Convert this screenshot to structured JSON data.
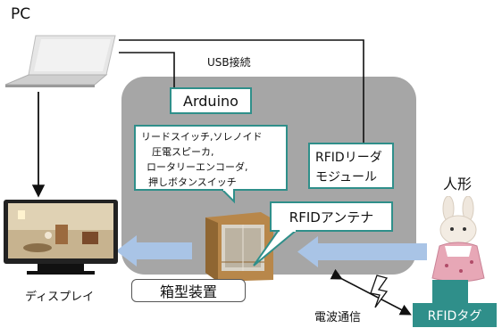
{
  "pc": {
    "label": "PC"
  },
  "usb": {
    "label": "USB接続"
  },
  "arduino": {
    "label": "Arduino"
  },
  "components": {
    "line1": "リードスイッチ,ソレノイド",
    "line2": "圧電スピーカ,",
    "line3": "ロータリーエンコーダ,",
    "line4": "押しボタンスイッチ"
  },
  "reader": {
    "line1": "RFIDリーダ",
    "line2": "モジュール"
  },
  "antenna": {
    "label": "RFIDアンテナ"
  },
  "doll": {
    "label": "人形"
  },
  "display": {
    "label": "ディスプレイ"
  },
  "box_device": {
    "label": "箱型装置"
  },
  "radio": {
    "label": "電波通信"
  },
  "tag": {
    "label": "RFIDタグ"
  },
  "colors": {
    "teal": "#2f8f8a",
    "panel_gray": "#a6a6a6",
    "arrow_blue": "#a9c4e6",
    "line": "#111111"
  }
}
